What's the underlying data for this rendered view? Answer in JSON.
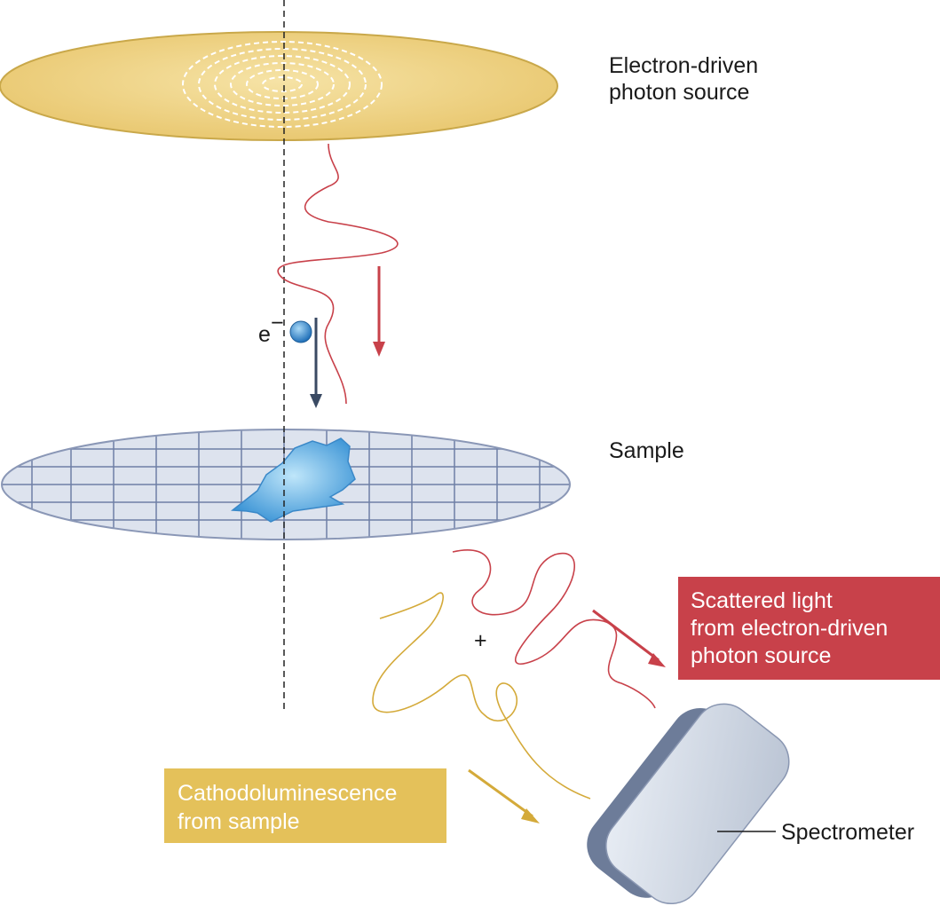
{
  "labels": {
    "source_line1": "Electron-driven",
    "source_line2": "photon source",
    "sample": "Sample",
    "electron_symbol": "e",
    "electron_charge": "−",
    "plus": "+",
    "spectrometer": "Spectrometer"
  },
  "boxes": {
    "scattered": {
      "line1": "Scattered light",
      "line2": "from electron-driven",
      "line3": "photon source"
    },
    "cathodo": {
      "line1": "Cathodoluminescence",
      "line2": "from sample"
    }
  },
  "colors": {
    "source_fill": "#efd283",
    "source_stroke": "#c9a84a",
    "sample_fill": "#dde3ee",
    "grid": "#6f7fa6",
    "cell": "#7fc6ec",
    "electron": "#2e8bd6",
    "electron_arrow": "#3a4a63",
    "red": "#c8414a",
    "gold": "#d4aa3a",
    "spectrometer": "#d6dde8",
    "spectrometer_dark": "#6d7c99"
  }
}
